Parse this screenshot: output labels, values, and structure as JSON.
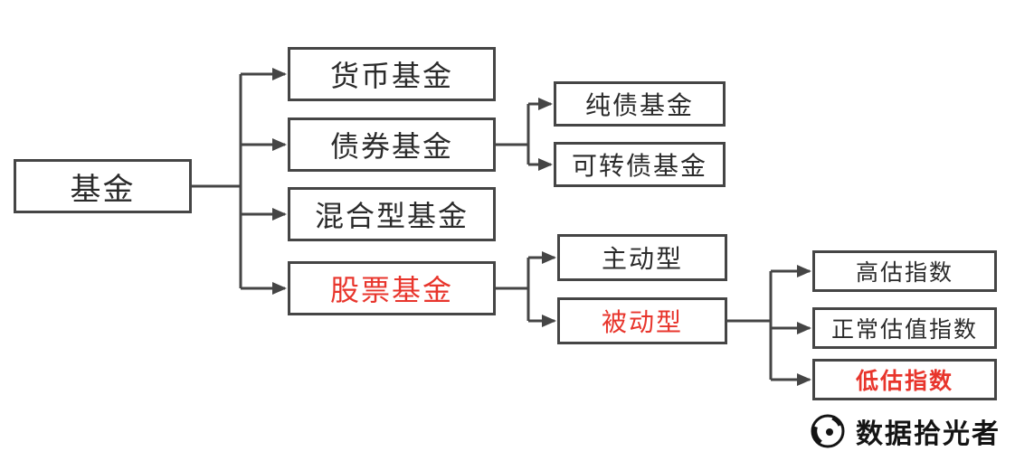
{
  "tree": {
    "label": "基金",
    "children": [
      {
        "label": "货币基金"
      },
      {
        "label": "债券基金",
        "children": [
          {
            "label": "纯债基金"
          },
          {
            "label": "可转债基金"
          }
        ]
      },
      {
        "label": "混合型基金"
      },
      {
        "label": "股票基金",
        "highlighted": true,
        "children": [
          {
            "label": "主动型"
          },
          {
            "label": "被动型",
            "highlighted": true,
            "children": [
              {
                "label": "高估指数"
              },
              {
                "label": "正常估值指数"
              },
              {
                "label": "低估指数",
                "highlighted": true,
                "bold": true
              }
            ]
          }
        ]
      }
    ]
  },
  "watermark": {
    "text": "数据拾光者"
  },
  "colors": {
    "box_border": "#454545",
    "connector_line": "#454545",
    "text": "#2b2b2b",
    "highlight_red": "#e8352c",
    "background": "#ffffff"
  }
}
